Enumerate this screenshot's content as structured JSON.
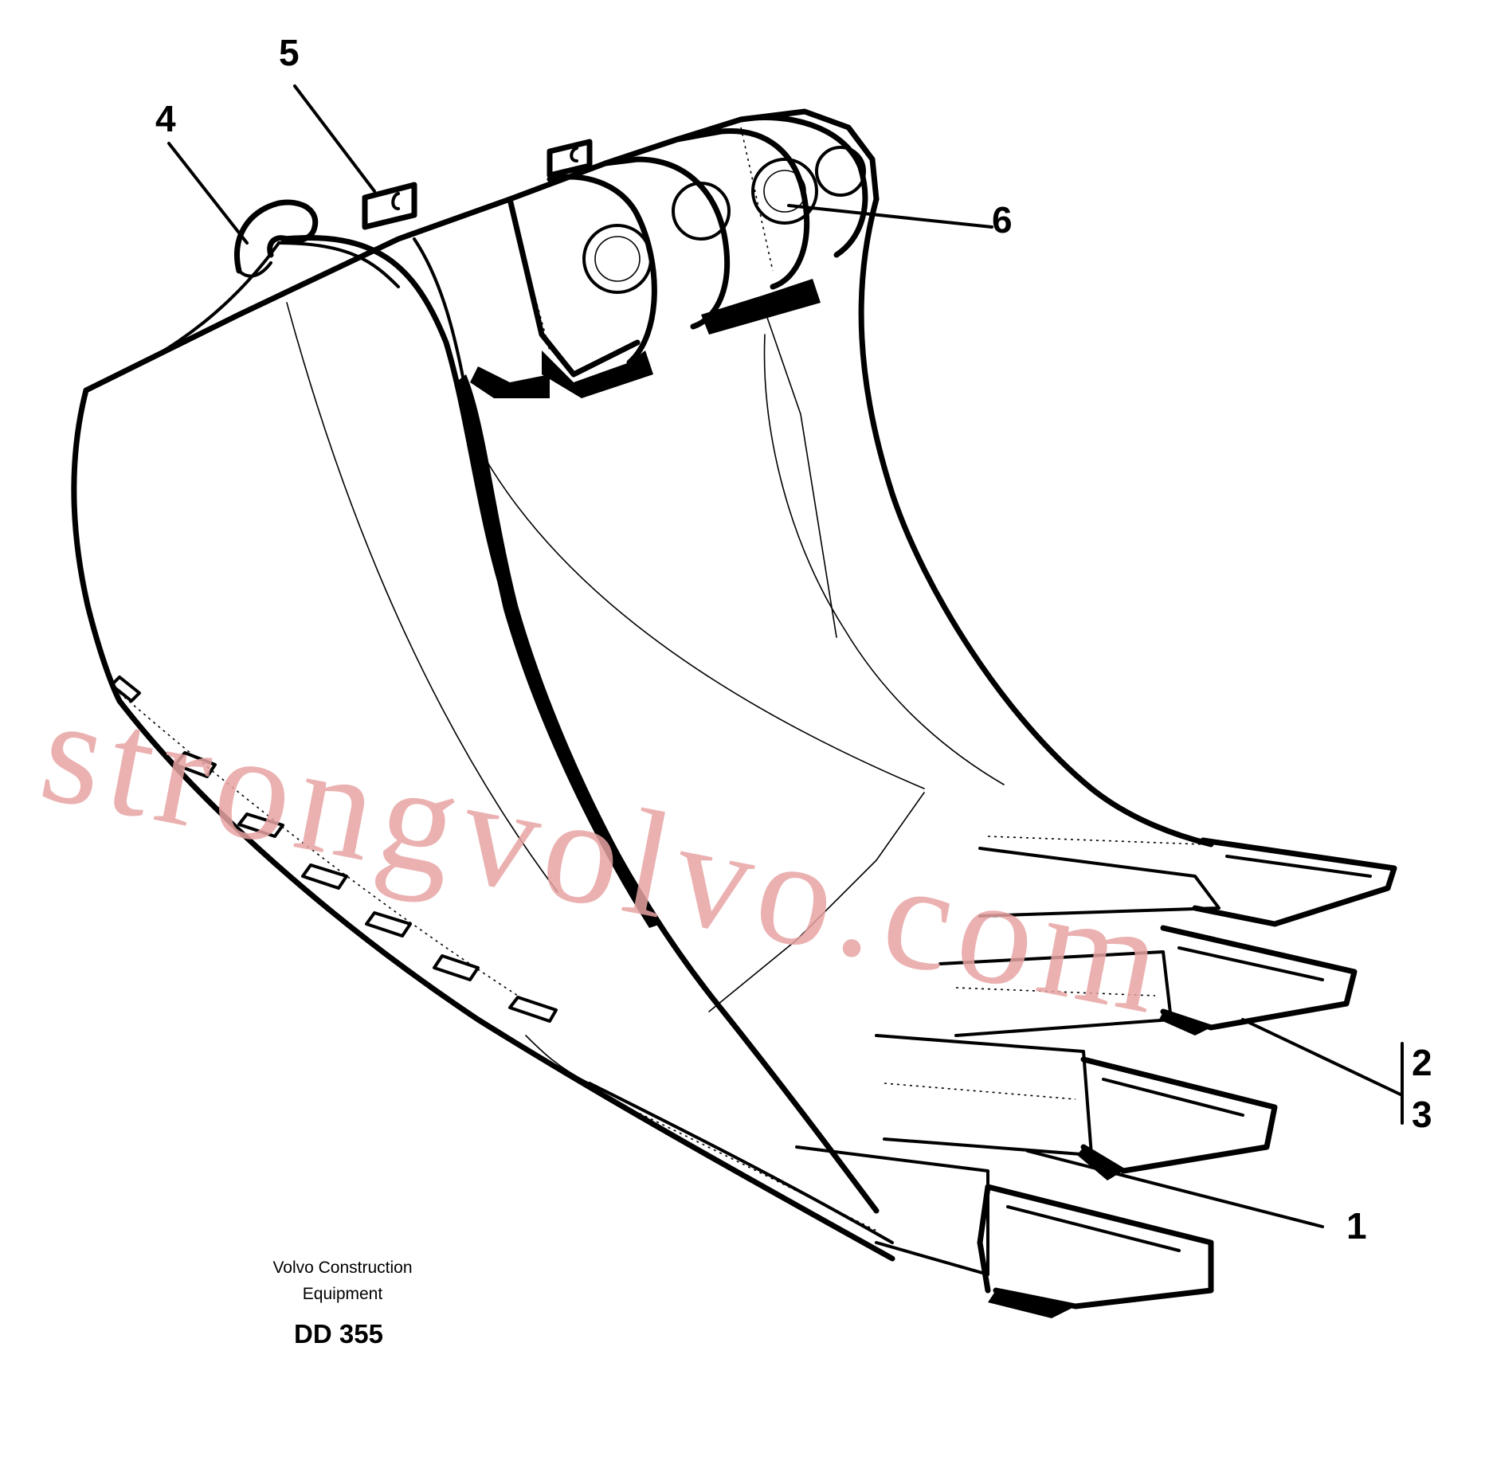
{
  "diagram": {
    "callouts": [
      {
        "id": "1",
        "label": "1"
      },
      {
        "id": "2",
        "label": "2"
      },
      {
        "id": "3",
        "label": "3"
      },
      {
        "id": "4",
        "label": "4"
      },
      {
        "id": "5",
        "label": "5"
      },
      {
        "id": "6",
        "label": "6"
      }
    ],
    "caption": {
      "line1": "Volvo Construction",
      "line2": "Equipment",
      "code": "DD 355"
    },
    "watermark": "strongvolvo.com"
  }
}
